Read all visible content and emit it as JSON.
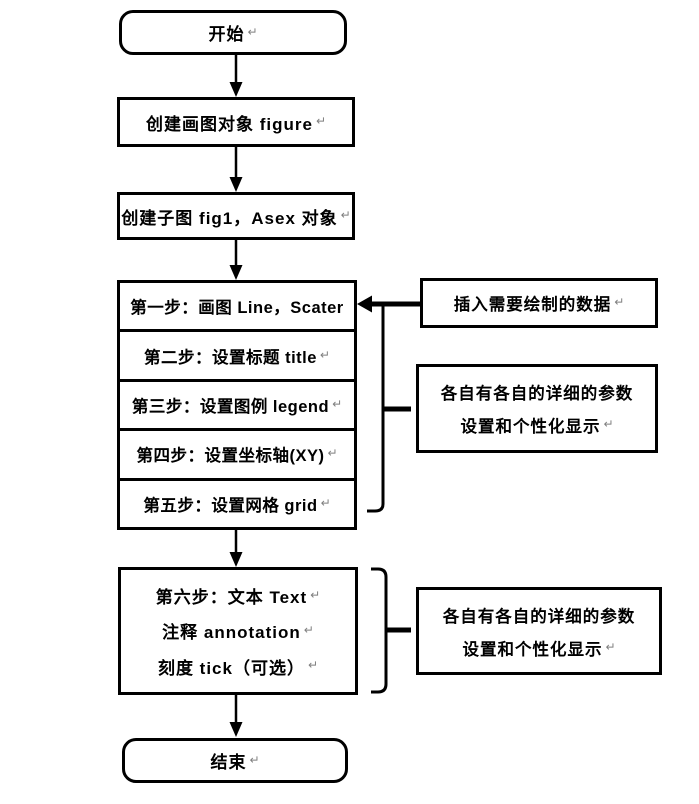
{
  "meta": {
    "return_mark": "↵",
    "ink_color": "#000000",
    "paper_color": "#ffffff",
    "return_mark_color": "#7f7f7f"
  },
  "flow": {
    "start": "开始",
    "create_figure": "创建画图对象 figure",
    "create_subplot": "创建子图 fig1，Asex 对象",
    "steps": [
      "第一步：画图 Line，Scater",
      "第二步：设置标题 title",
      "第三步：设置图例 legend",
      "第四步：设置坐标轴(XY)",
      "第五步：设置网格 grid"
    ],
    "step6_lines": [
      "第六步：文本 Text",
      "注释 annotation",
      "刻度 tick（可选）"
    ],
    "end": "结束"
  },
  "side": {
    "insert_data": "插入需要绘制的数据",
    "params_note_1_lines": [
      "各自有各自的详细的参数",
      "设置和个性化显示"
    ],
    "params_note_2_lines": [
      "各自有各自的详细的参数",
      "设置和个性化显示"
    ]
  }
}
